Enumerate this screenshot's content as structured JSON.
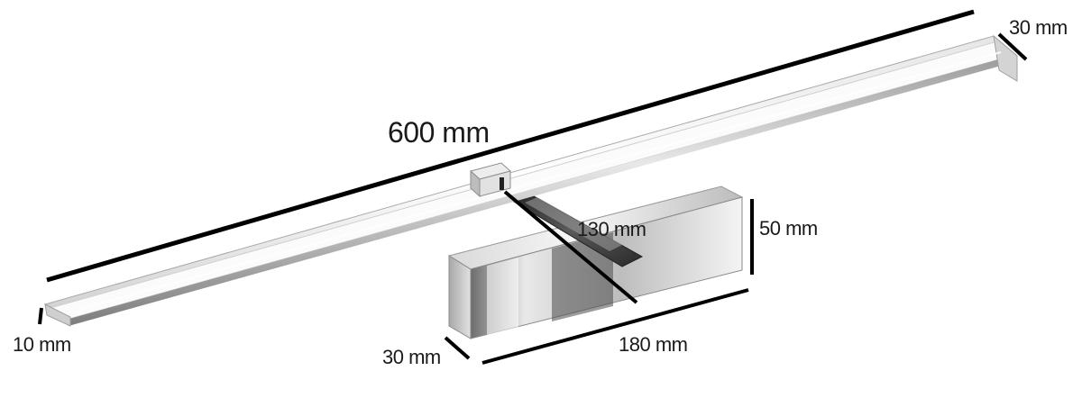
{
  "dimensions": {
    "length": "600 mm",
    "depth": "30 mm",
    "height": "10 mm",
    "arm": "130 mm",
    "bracket_height": "50 mm",
    "bracket_depth": "30 mm",
    "bracket_width": "180 mm"
  },
  "colors": {
    "dimension_line": "#000000",
    "chrome_light": "#f2f2f2",
    "chrome_mid": "#c8c8c8",
    "chrome_dark": "#3a3a3a",
    "diffuser": "#fbfbfb"
  }
}
